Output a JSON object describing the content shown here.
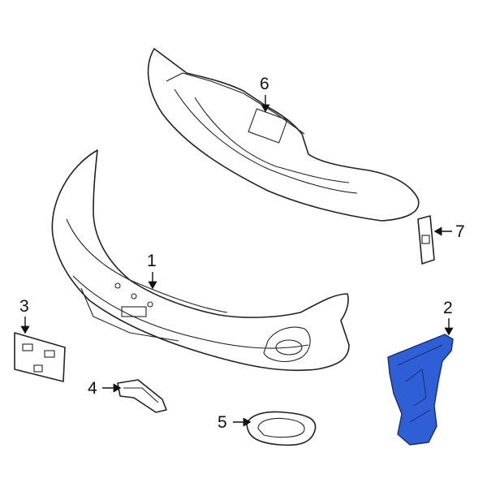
{
  "callouts": [
    {
      "id": "1",
      "label": "1"
    },
    {
      "id": "2",
      "label": "2"
    },
    {
      "id": "3",
      "label": "3"
    },
    {
      "id": "4",
      "label": "4"
    },
    {
      "id": "5",
      "label": "5"
    },
    {
      "id": "6",
      "label": "6"
    },
    {
      "id": "7",
      "label": "7"
    }
  ],
  "colors": {
    "highlight": "#2f5fd6",
    "outline": "#222222"
  }
}
